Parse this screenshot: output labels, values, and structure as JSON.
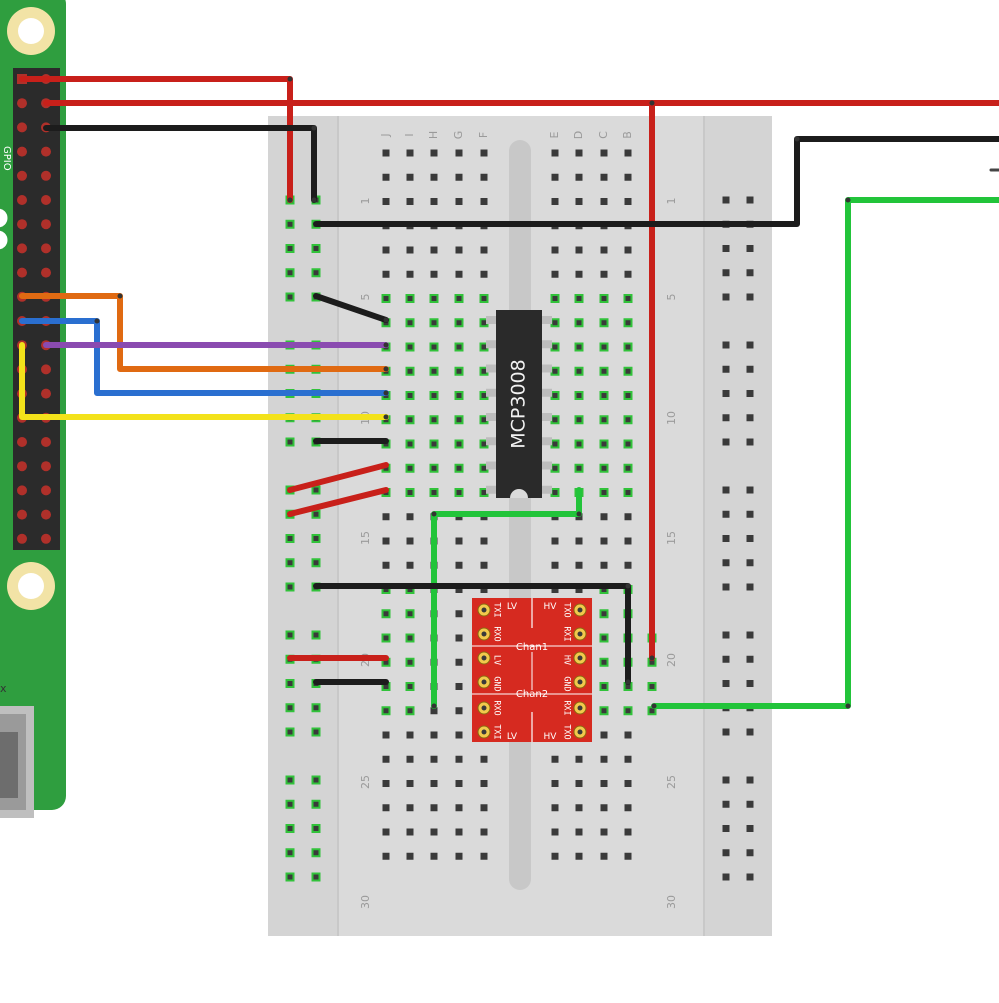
{
  "breadboard": {
    "column_letters_left": [
      "J",
      "I",
      "H",
      "G",
      "F"
    ],
    "column_letters_right": [
      "E",
      "D",
      "C",
      "B"
    ],
    "row_numbers": [
      "1",
      "5",
      "10",
      "15",
      "20",
      "25",
      "30"
    ]
  },
  "chips": {
    "adc": {
      "label": "MCP3008"
    },
    "level_shifter": {
      "chan1_label": "Chan1",
      "chan2_label": "Chan2",
      "left_side": [
        "LV",
        "TXI",
        "RXO",
        "LV",
        "GND",
        "RXO",
        "TXI",
        "LV"
      ],
      "right_side": [
        "HV",
        "TXO",
        "RXI",
        "HV",
        "GND",
        "RXI",
        "TXO",
        "HV"
      ]
    }
  },
  "pi": {
    "silk_fragment": "GPIO",
    "corner_mark": "x"
  },
  "colors": {
    "pcb_green": "#2f9e3f",
    "wire_red": "#c8201a",
    "wire_black": "#1c1c1c",
    "wire_orange": "#e06a12",
    "wire_blue": "#2a6fd0",
    "wire_purple": "#8a4bb0",
    "wire_yellow": "#f3e21a",
    "wire_green": "#22c43a",
    "level_shifter_red": "#d62a20",
    "chip_black": "#2a2a2a"
  },
  "wires": [
    {
      "color": "red",
      "from": "pi-pin-1",
      "to": "breadboard-left-rail-plus"
    },
    {
      "color": "red",
      "from": "pi-pin-2",
      "to": "right-edge-header"
    },
    {
      "color": "black",
      "from": "pi-pin-6",
      "to": "breadboard-left-rail-minus"
    },
    {
      "color": "orange",
      "from": "pi-gpio-sclk",
      "to": "mcp3008-clk"
    },
    {
      "color": "blue",
      "from": "pi-gpio-miso",
      "to": "mcp3008-dout"
    },
    {
      "color": "purple",
      "from": "pi-gpio-mosi",
      "to": "mcp3008-din"
    },
    {
      "color": "yellow",
      "from": "pi-gpio-ce0",
      "to": "mcp3008-cs"
    },
    {
      "color": "green",
      "from": "mcp3008-ch",
      "to": "level-shifter"
    },
    {
      "color": "green",
      "from": "level-shifter-hv",
      "to": "right-edge-header"
    },
    {
      "color": "black",
      "from": "rail",
      "to": "right-edge-header"
    }
  ]
}
